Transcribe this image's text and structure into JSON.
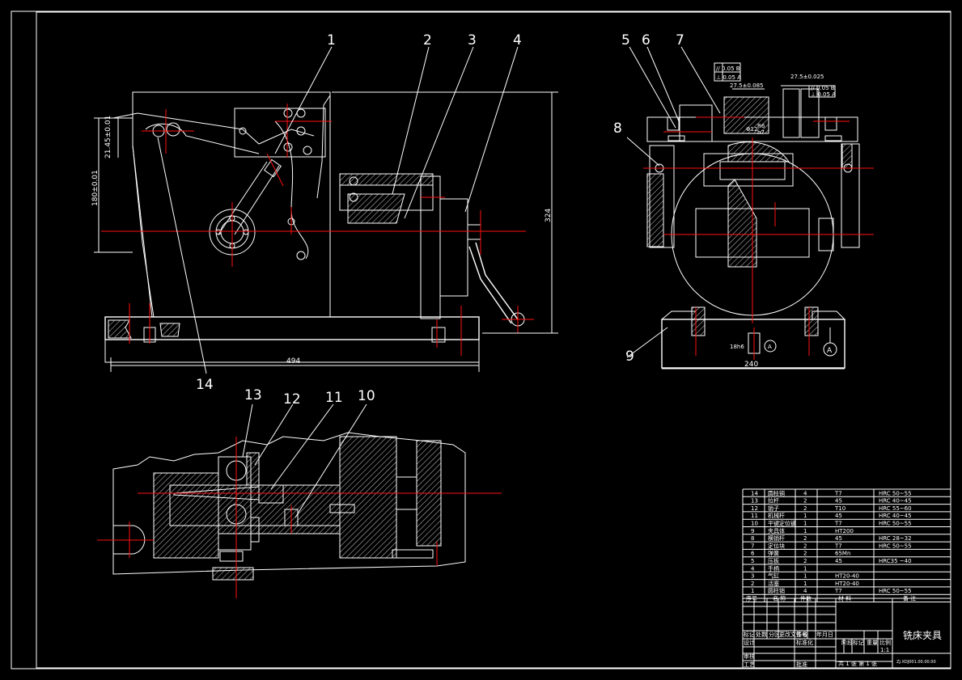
{
  "callouts": {
    "n1": "1",
    "n2": "2",
    "n3": "3",
    "n4": "4",
    "n5": "5",
    "n6": "6",
    "n7": "7",
    "n8": "8",
    "n9": "9",
    "n10": "10",
    "n11": "11",
    "n12": "12",
    "n13": "13",
    "n14": "14"
  },
  "dimensions": {
    "width_front": "494",
    "height_front": "324",
    "dim_180": "180±0.01",
    "dim_2145": "21.45±0.01",
    "width_side": "240",
    "dim_275a": "27.5±0.085",
    "dim_275b": "27.5±0.025",
    "fit_18": "18h6",
    "fit_12": "Φ12",
    "fit_r6": "R6",
    "fit_h7": "h7",
    "datum_a": "A",
    "tol_1": "// 0.05 B",
    "tol_2": "⊥ 0.05 A",
    "tol_3": "// 0.05 B",
    "tol_4": "⊥ 0.05 A"
  },
  "bom": {
    "rows": [
      {
        "no": "14",
        "name": "圆柱销",
        "qty": "4",
        "mat": "T7",
        "note": "HRC 50~55"
      },
      {
        "no": "13",
        "name": "拉杆",
        "qty": "2",
        "mat": "45",
        "note": "HRC 40~45"
      },
      {
        "no": "12",
        "name": "销子",
        "qty": "2",
        "mat": "T10",
        "note": "HRC 55~60"
      },
      {
        "no": "11",
        "name": "机械杆",
        "qty": "1",
        "mat": "45",
        "note": "HRC 40~45"
      },
      {
        "no": "10",
        "name": "平键定位键",
        "qty": "1",
        "mat": "T7",
        "note": "HRC 50~55"
      },
      {
        "no": "9",
        "name": "夹具体",
        "qty": "1",
        "mat": "HT200",
        "note": ""
      },
      {
        "no": "8",
        "name": "横销杆",
        "qty": "2",
        "mat": "45",
        "note": "HRC 28~32"
      },
      {
        "no": "7",
        "name": "定位块",
        "qty": "2",
        "mat": "T7",
        "note": "HRC 50~55"
      },
      {
        "no": "6",
        "name": "弹簧",
        "qty": "2",
        "mat": "65Mn",
        "note": ""
      },
      {
        "no": "5",
        "name": "压板",
        "qty": "2",
        "mat": "45",
        "note": "HRC35 ~40"
      },
      {
        "no": "4",
        "name": "手柄",
        "qty": "1",
        "mat": "",
        "note": ""
      },
      {
        "no": "3",
        "name": "气缸",
        "qty": "1",
        "mat": "HT20-40",
        "note": ""
      },
      {
        "no": "2",
        "name": "活塞",
        "qty": "1",
        "mat": "HT20-40",
        "note": ""
      },
      {
        "no": "1",
        "name": "圆柱销",
        "qty": "4",
        "mat": "T7",
        "note": "HRC 50~55"
      }
    ],
    "header": {
      "no": "序号",
      "name": "名 称",
      "qty": "件数",
      "mat": "材 料",
      "note": "备 注"
    }
  },
  "title_block": {
    "title": "铣床夹具",
    "drawing_no": "ZJ.XDJ001.00.00.00",
    "scale": "1:1",
    "sheet": "共 1 张 第 1 张",
    "labels": [
      "标记",
      "处数",
      "分区",
      "更改文件号",
      "签名",
      "年月日",
      "设计",
      "标准化",
      "审核",
      "工艺",
      "批准",
      "阶段标记",
      "重量",
      "比例"
    ]
  },
  "colors": {
    "line": "#ffffff",
    "center": "#ff1010",
    "bg": "#000000"
  }
}
